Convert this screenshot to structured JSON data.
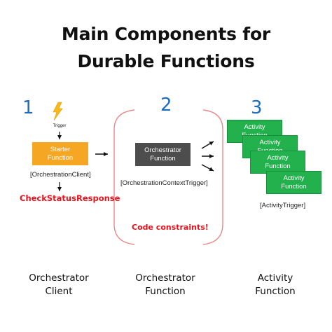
{
  "title": {
    "line1": "Main Components for",
    "line2": "Durable Functions"
  },
  "colors": {
    "step_number": "#1b6ec2",
    "starter_box": "#f5a623",
    "orchestrator_box": "#4d4d4d",
    "activity_box": "#22b14c",
    "accent_red": "#e8121c",
    "bracket": "#e88a8a",
    "lightning": "#f8b81f"
  },
  "steps": {
    "client_number": "1",
    "orchestrator_number": "2",
    "activity_number": "3"
  },
  "client": {
    "icon": "lightning-bolt-icon",
    "trigger_label": "Trigger",
    "box_line1": "Starter",
    "box_line2": "Function",
    "binding": "[OrchestrationClient]",
    "response": "CheckStatusResponse"
  },
  "orchestrator": {
    "box_line1": "Orchestrator",
    "box_line2": "Function",
    "binding": "[OrchestrationContextTrigger]",
    "constraints": "Code constraints!"
  },
  "activity": {
    "box_line1": "Activity",
    "box_line2": "Function",
    "binding": "[ActivityTrigger]"
  },
  "bottom_labels": {
    "client_line1": "Orchestrator",
    "client_line2": "Client",
    "orchestrator_line1": "Orchestrator",
    "orchestrator_line2": "Function",
    "activity_line1": "Activity",
    "activity_line2": "Function"
  }
}
